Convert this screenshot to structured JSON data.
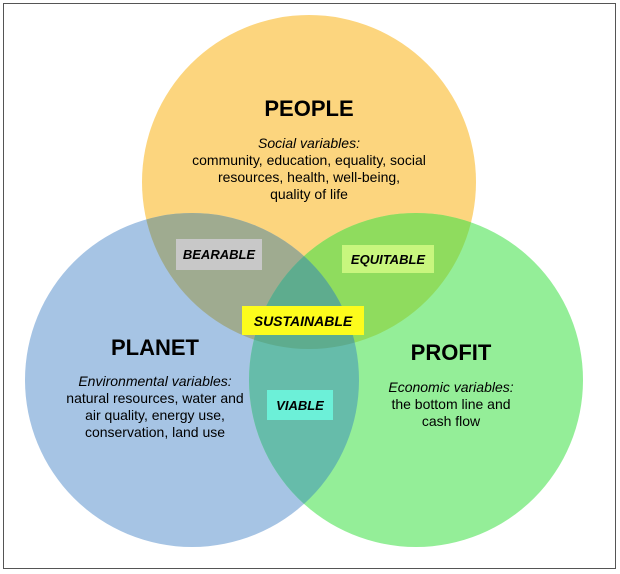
{
  "colors": {
    "people": "#fcd57e",
    "planet": "#a6c4e4",
    "profit": "#94ee98",
    "people_planet": "#9fab90",
    "people_profit": "#8fdc5e",
    "planet_profit": "#66bcaa",
    "center": "#5eac8e",
    "bearable_badge": "#c8c8c8",
    "equitable_badge": "#c8f67e",
    "viable_badge": "#6cf0d8",
    "sustainable_badge": "#fdfc1c",
    "frame": "#555555"
  },
  "circles": {
    "people": {
      "title": "PEOPLE",
      "subtitle": "Social variables:",
      "lines": [
        "community, education, equality, social",
        "resources, health, well-being,",
        "quality of life"
      ]
    },
    "planet": {
      "title": "PLANET",
      "subtitle": "Environmental variables:",
      "lines": [
        "natural resources, water and",
        "air quality, energy use,",
        "conservation, land use"
      ]
    },
    "profit": {
      "title": "PROFIT",
      "subtitle": "Economic variables:",
      "lines": [
        "the bottom line and",
        "cash flow"
      ]
    }
  },
  "overlaps": {
    "bearable": "BEARABLE",
    "equitable": "EQUITABLE",
    "viable": "VIABLE",
    "sustainable": "SUSTAINABLE"
  }
}
